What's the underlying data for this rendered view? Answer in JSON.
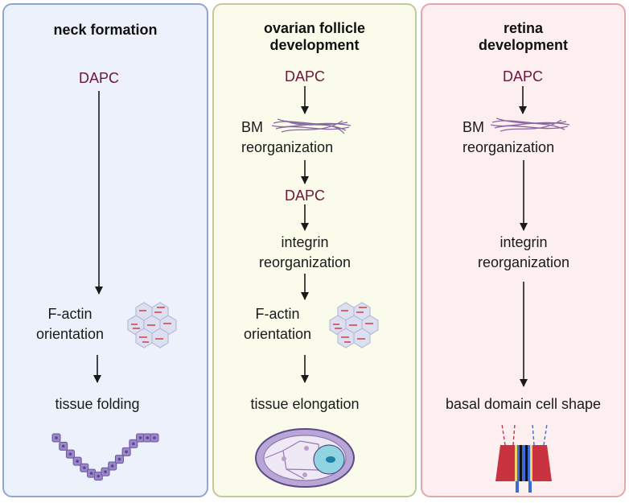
{
  "panels": [
    {
      "title": "neck formation",
      "steps": {
        "dapc": "DAPC",
        "factin": "F-actin\norientation",
        "outcome": "tissue folding"
      }
    },
    {
      "title": "ovarian follicle\ndevelopment",
      "steps": {
        "dapc1": "DAPC",
        "bm": "BM\nreorganization",
        "dapc2": "DAPC",
        "integrin": "integrin\nreorganization",
        "factin": "F-actin\norientation",
        "outcome": "tissue elongation"
      }
    },
    {
      "title": "retina\ndevelopment",
      "steps": {
        "dapc": "DAPC",
        "bm": "BM\nreorganization",
        "integrin": "integrin\nreorganization",
        "outcome": "basal domain cell shape"
      }
    }
  ],
  "colors": {
    "panel1_bg": "#ecf1fb",
    "panel2_bg": "#fafbeb",
    "panel3_bg": "#fdeef0",
    "dapc_text": "#6b1638",
    "arrow": "#1a1a1a"
  },
  "icons": [
    "basement-membrane-fibers-icon",
    "actin-cell-cluster-icon",
    "folding-epithelium-icon",
    "follicle-cross-section-icon",
    "retina-cell-basal-icon"
  ]
}
